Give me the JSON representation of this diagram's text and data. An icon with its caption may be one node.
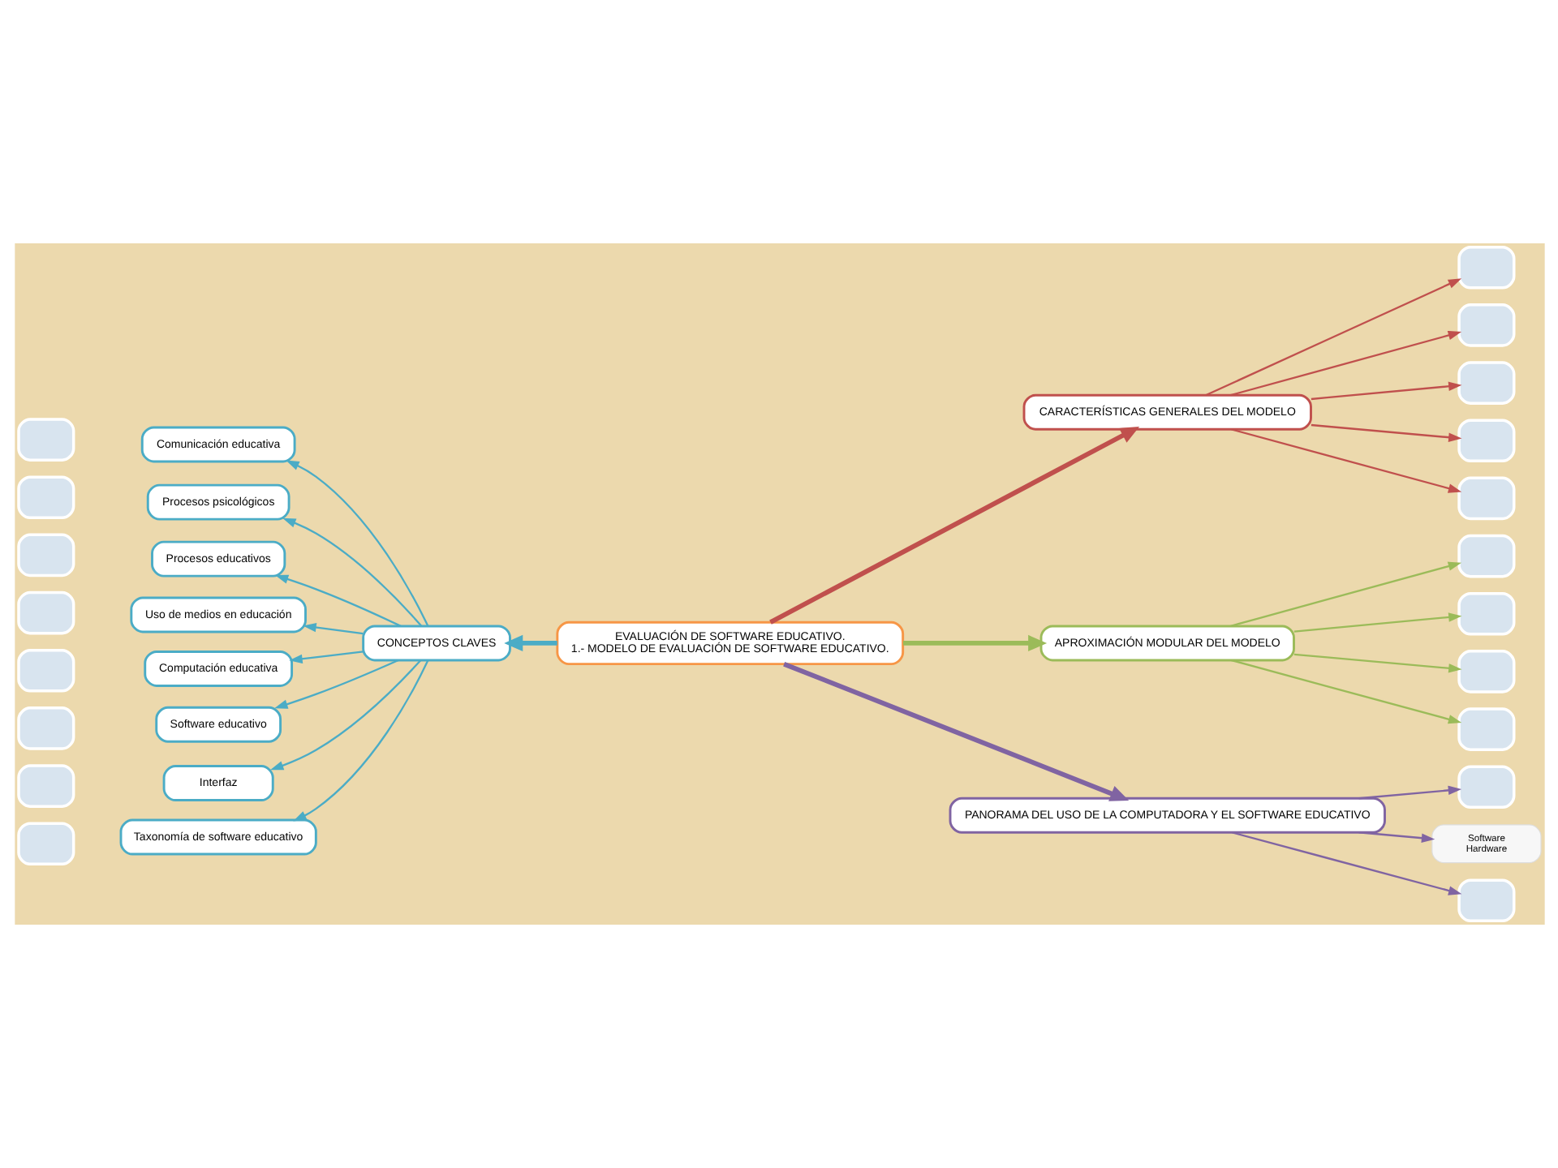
{
  "diagram": {
    "nodes": [
      {
        "text": [
          "EVALUACIÓN DE SOFTWARE EDUCATIVO.",
          "1.- MODELO DE EVALUACIÓN DE SOFTWARE EDUCATIVO."
        ]
      },
      {
        "text": [
          "CARACTERÍSTICAS GENERALES DEL MODELO"
        ]
      },
      {
        "text": [
          "APROXIMACIÓN MODULAR DEL MODELO"
        ]
      },
      {
        "text": [
          "PANORAMA DEL USO DE LA COMPUTADORA Y EL SOFTWARE EDUCATIVO"
        ]
      },
      {
        "text": [
          "CONCEPTOS CLAVES"
        ]
      },
      {
        "text": [
          "Comunicación educativa"
        ]
      },
      {
        "text": [
          "Procesos psicológicos"
        ]
      },
      {
        "text": [
          "Procesos educativos"
        ]
      },
      {
        "text": [
          "Uso de medios en educación"
        ]
      },
      {
        "text": [
          "Computación educativa"
        ]
      },
      {
        "text": [
          "Software educativo"
        ]
      },
      {
        "text": [
          "Interfaz"
        ]
      },
      {
        "text": [
          "Taxonomía de software educativo"
        ]
      },
      {
        "text": [],
        "shape": "box"
      },
      {
        "text": [],
        "shape": "box"
      },
      {
        "text": [],
        "shape": "box"
      },
      {
        "text": [],
        "shape": "box"
      },
      {
        "text": [],
        "shape": "box"
      },
      {
        "text": [],
        "shape": "box"
      },
      {
        "text": [],
        "shape": "box"
      },
      {
        "text": [],
        "shape": "box"
      },
      {
        "text": [],
        "shape": "box"
      },
      {
        "text": [],
        "shape": "box"
      },
      {
        "text": [
          "Software",
          "Hardware"
        ]
      },
      {
        "text": [],
        "shape": "box"
      },
      {
        "text": [],
        "shape": "box"
      },
      {
        "text": [],
        "shape": "box"
      },
      {
        "text": [],
        "shape": "box"
      },
      {
        "text": [],
        "shape": "box"
      },
      {
        "text": [],
        "shape": "box"
      },
      {
        "text": [],
        "shape": "box"
      },
      {
        "text": [],
        "shape": "box"
      },
      {
        "text": [],
        "shape": "box"
      }
    ],
    "edges": [
      {
        "from": 0,
        "to": 1,
        "arrow": "to",
        "style": "thick",
        "color": "#c0504d"
      },
      {
        "from": 0,
        "to": 2,
        "arrow": "to",
        "style": "thick",
        "color": "#9bbb59"
      },
      {
        "from": 0,
        "to": 3,
        "arrow": "to",
        "style": "thick",
        "color": "#8064a2"
      },
      {
        "from": 0,
        "to": 4,
        "arrow": "to",
        "style": "thick"
      },
      {
        "from": 4,
        "to": 5,
        "arrow": "to"
      },
      {
        "from": 4,
        "to": 6,
        "arrow": "to"
      },
      {
        "from": 4,
        "to": 7,
        "arrow": "to"
      },
      {
        "from": 4,
        "to": 8,
        "arrow": "to"
      },
      {
        "from": 4,
        "to": 9,
        "arrow": "to"
      },
      {
        "from": 4,
        "to": 10,
        "arrow": "to"
      },
      {
        "from": 4,
        "to": 11,
        "arrow": "to"
      },
      {
        "from": 4,
        "to": 12,
        "arrow": "to"
      },
      {
        "from": 1,
        "to": 13,
        "arrow": "to",
        "color": "#c0504d"
      },
      {
        "from": 1,
        "to": 14,
        "arrow": "to",
        "color": "#c0504d"
      },
      {
        "from": 1,
        "to": 15,
        "arrow": "to",
        "color": "#c0504d"
      },
      {
        "from": 1,
        "to": 16,
        "arrow": "to",
        "color": "#c0504d"
      },
      {
        "from": 1,
        "to": 17,
        "arrow": "to",
        "color": "#c0504d"
      },
      {
        "from": 2,
        "to": 18,
        "arrow": "to",
        "color": "#9bbb59"
      },
      {
        "from": 2,
        "to": 19,
        "arrow": "to",
        "color": "#9bbb59"
      },
      {
        "from": 2,
        "to": 20,
        "arrow": "to",
        "color": "#9bbb59"
      },
      {
        "from": 2,
        "to": 21,
        "arrow": "to",
        "color": "#9bbb59"
      },
      {
        "from": 3,
        "to": 23,
        "arrow": "to",
        "color": "#8064a2"
      },
      {
        "from": 3,
        "to": 22,
        "arrow": "to",
        "color": "#8064a2"
      },
      {
        "from": 3,
        "to": 24,
        "arrow": "to",
        "color": "#8064a2"
      }
    ]
  }
}
